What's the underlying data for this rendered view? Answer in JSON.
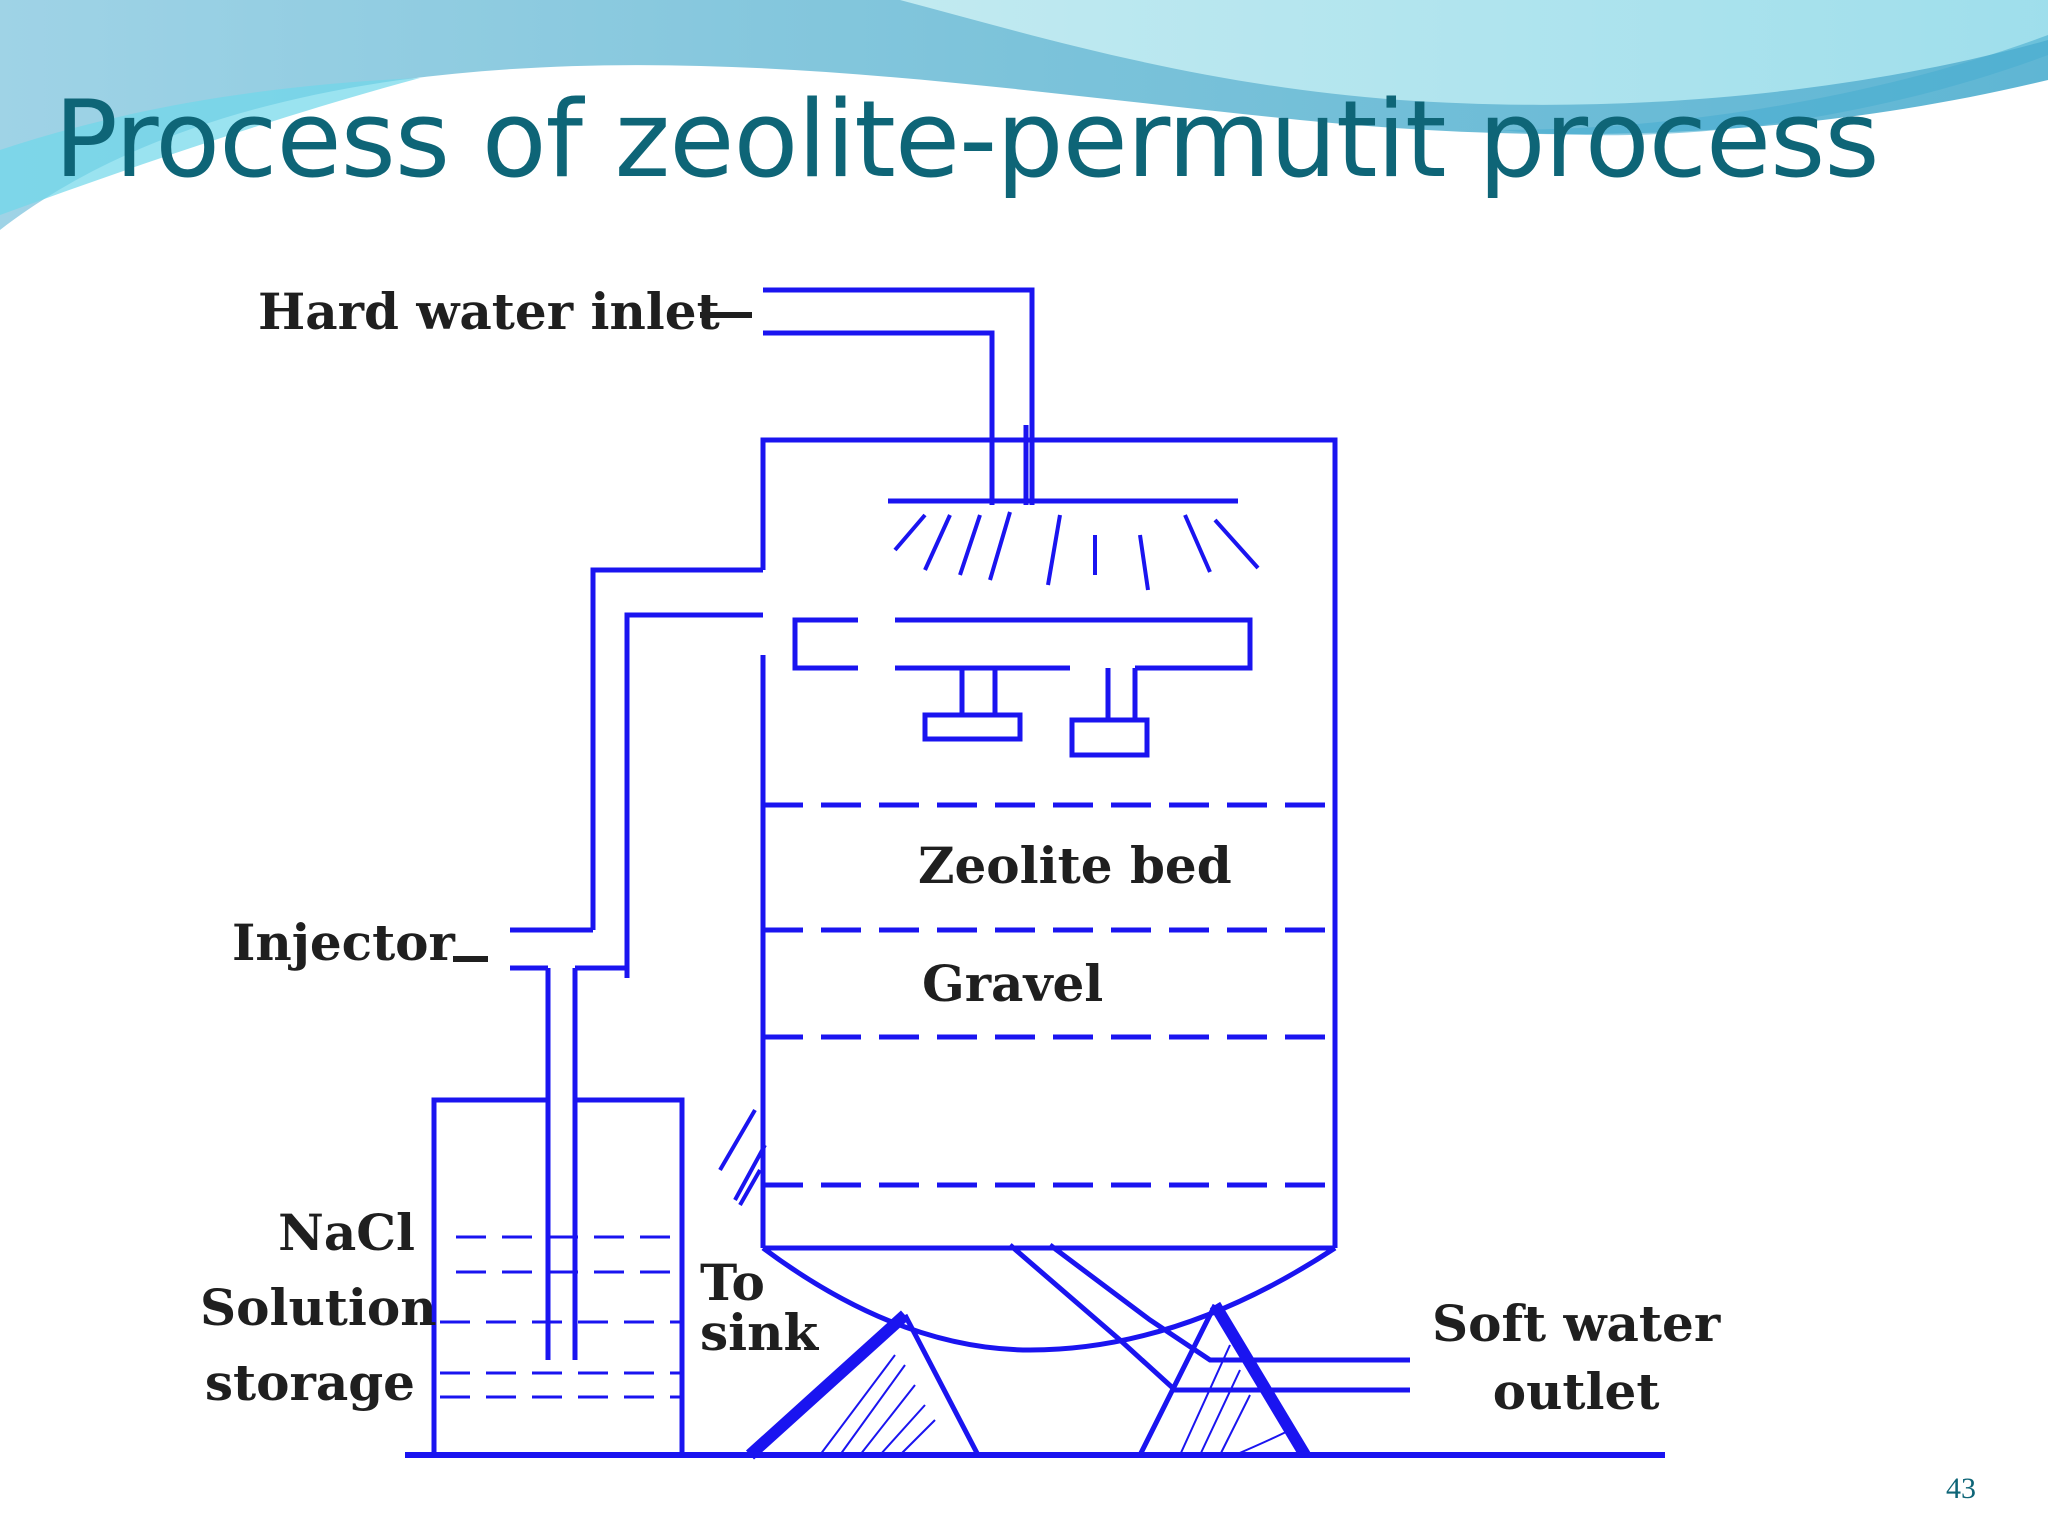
{
  "slide": {
    "title": "Process of zeolite-permutit process",
    "page_number": "43"
  },
  "diagram": {
    "labels": {
      "hard_water_inlet": "Hard water inlet",
      "injector": "Injector",
      "zeolite_bed": "Zeolite bed",
      "gravel": "Gravel",
      "nacl_storage": "NaCl\nSolution\nstorage",
      "to_sink": "To\nsink",
      "soft_water_outlet": "Soft water\noutlet"
    }
  },
  "colors": {
    "title": "#0e6577",
    "diagram_lines": "#1a14f0",
    "label_text": "#1f1f1f",
    "header_wave": "#7ec8df"
  }
}
